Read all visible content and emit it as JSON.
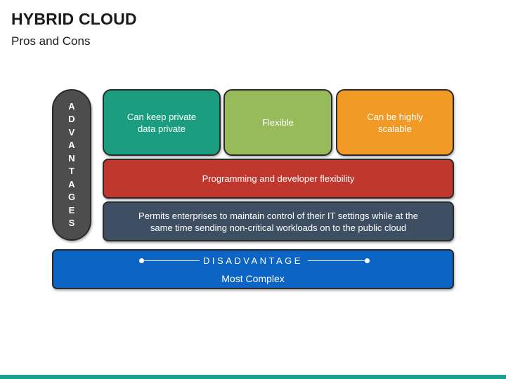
{
  "header": {
    "title": "HYBRID CLOUD",
    "subtitle": "Pros and Cons"
  },
  "advantages": {
    "label_letters": [
      "A",
      "D",
      "V",
      "A",
      "N",
      "T",
      "A",
      "G",
      "E",
      "S"
    ],
    "items": [
      {
        "text": "Can keep private data private",
        "color": "#1b9e7f"
      },
      {
        "text": "Flexible",
        "color": "#97bb5a"
      },
      {
        "text": "Can be highly scalable",
        "color": "#f29a26"
      },
      {
        "text": "Programming and developer flexibility",
        "color": "#c0372e"
      },
      {
        "text": "Permits enterprises to maintain control of their IT settings while at the same time sending non-critical workloads on to the public cloud",
        "color": "#3f4f63"
      }
    ],
    "pill_color": "#4d4d4d"
  },
  "disadvantage": {
    "heading": "DISADVANTAGE",
    "text": "Most Complex",
    "color": "#0c65c4"
  },
  "accent_color": "#1e9e8e"
}
